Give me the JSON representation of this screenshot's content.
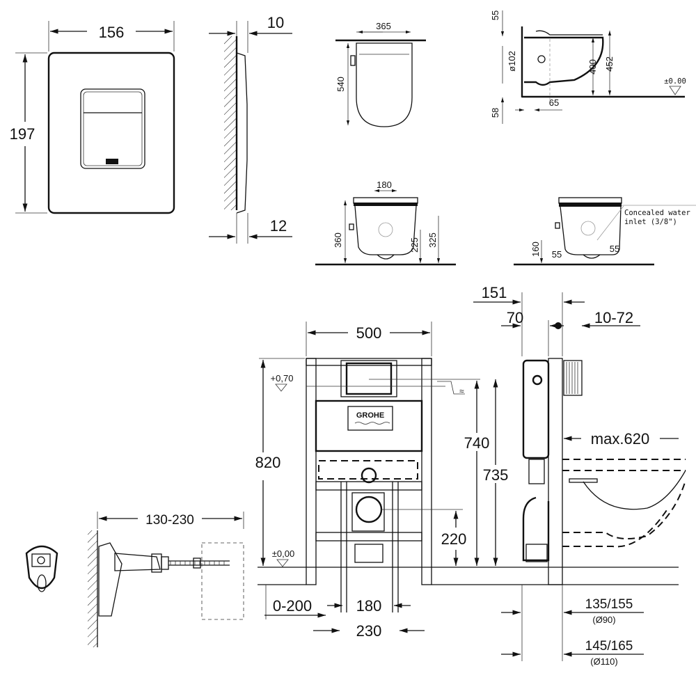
{
  "flush_plate": {
    "width": "156",
    "height": "197",
    "depth_top": "10",
    "depth_bottom": "12"
  },
  "toilet_top": {
    "width": "365",
    "length": "540"
  },
  "toilet_side": {
    "top_offset": "55",
    "outlet_diameter": "ø102",
    "rim_height": "400",
    "total_height": "452",
    "floor_level": "±0.00",
    "bottom_offset": "58",
    "wall_offset": "65"
  },
  "toilet_front": {
    "spacing": "180",
    "height": "360",
    "outlet_height": "225",
    "inlet_height": "325"
  },
  "toilet_rear": {
    "height": "160",
    "offset_left": "55",
    "offset_right": "55",
    "note_line1": "Concealed water",
    "note_line2": "inlet (3/8\")"
  },
  "frame_front": {
    "width": "500",
    "top_level": "+0,70",
    "height": "820",
    "inlet_height": "740",
    "plate_height": "735",
    "outlet_height": "220",
    "floor_level": "±0,00",
    "offset_range": "0-200",
    "bolt_spacing": "180",
    "bolt_spacing_outer": "230",
    "brand": "GROHE"
  },
  "frame_side": {
    "depth": "151",
    "cistern_depth": "70",
    "wall_range": "10-72",
    "max_projection": "max.620",
    "outlet_range_90": "135/155",
    "diameter_90": "(Ø90)",
    "outlet_range_110": "145/165",
    "diameter_110": "(Ø110)"
  },
  "bracket": {
    "range": "130-230"
  }
}
